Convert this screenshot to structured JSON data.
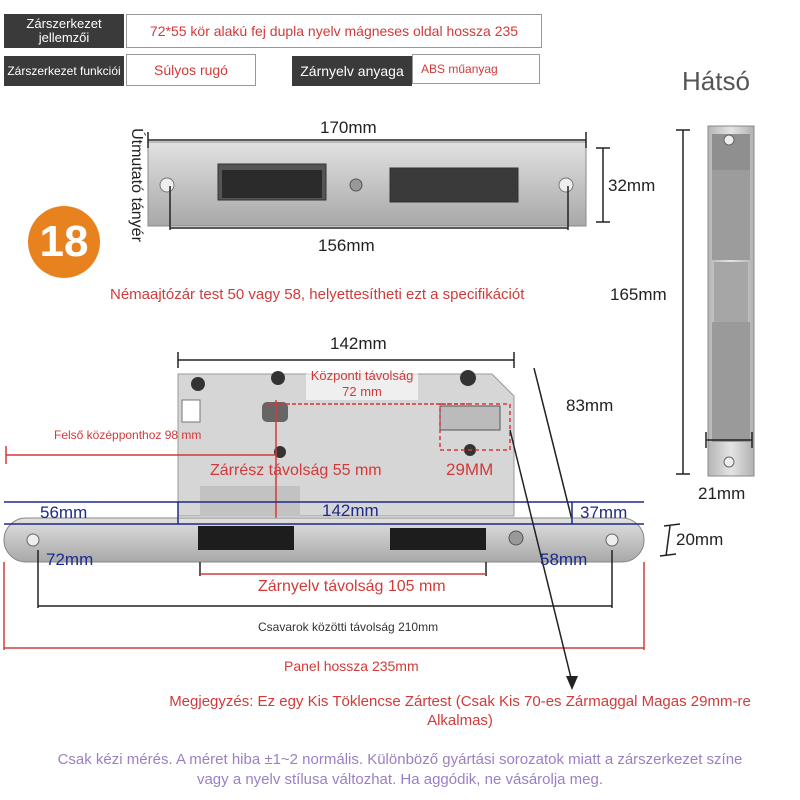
{
  "spec": {
    "feature_label": "Zárszerkezet jellemzői",
    "feature_value": "72*55 kör alakú fej dupla nyelv mágneses oldal hossza 235",
    "function_label": "Zárszerkezet funkciói",
    "function_value": "Súlyos rugó",
    "tongue_label": "Zárnyelv anyaga",
    "tongue_value": "ABS műanyag"
  },
  "badge": {
    "number": "18",
    "color": "#e8821e"
  },
  "guide_plate": {
    "label": "Útmutató tányér",
    "width": "170mm",
    "height": "32mm",
    "hole_spacing": "156mm"
  },
  "back_view": {
    "title": "Hátsó",
    "height": "165mm",
    "width": "21mm"
  },
  "note_body": "Némaajtózár test 50 vagy 58, helyettesítheti ezt a specifikációt",
  "lock_body": {
    "width": "142mm",
    "depth": "83mm",
    "center_distance": "Központi távolság 72 mm",
    "cylinder": "29MM",
    "top_center": "Felső középponthoz 98 mm",
    "lock_part_distance": "Zárrész távolság 55 mm"
  },
  "faceplate": {
    "left_segment": "56mm",
    "middle_segment": "142mm",
    "right_segment": "37mm",
    "thickness": "20mm",
    "left_inner": "72mm",
    "right_inner": "58mm",
    "tongue_distance": "Zárnyelv távolság 105 mm",
    "screw_distance": "Csavarok közötti távolság 210mm",
    "panel_length": "Panel hossza 235mm"
  },
  "remark": "Megjegyzés: Ez egy Kis Töklencse Zártest (Csak Kis 70-es Zármaggal Magas 29mm-re Alkalmas)",
  "disclaimer": "Csak kézi mérés. A méret hiba ±1~2 normális. Különböző gyártási sorozatok miatt a zárszerkezet színe vagy a nyelv stílusa változhat. Ha aggódik, ne vásárolja meg.",
  "colors": {
    "accent_red": "#d23a3a",
    "dim_blue": "#1c2a8c",
    "note_purple": "#9b7fc4",
    "steel": "#c8c8c8"
  }
}
